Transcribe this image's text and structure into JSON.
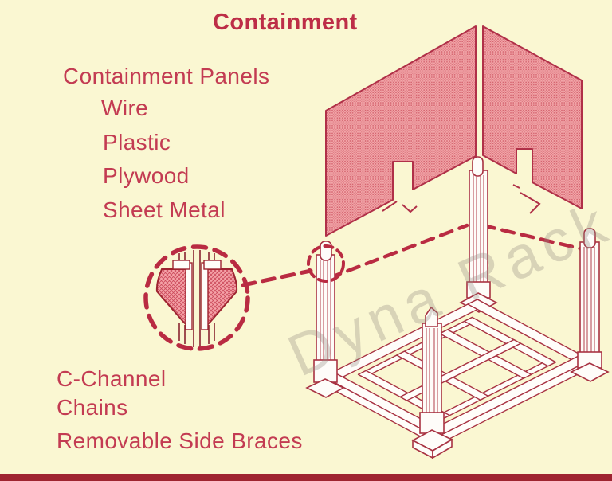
{
  "title": "Containment",
  "labels": {
    "panels_heading": "Containment Panels",
    "panel_types": [
      "Wire",
      "Plastic",
      "Plywood",
      "Sheet Metal"
    ],
    "hardware": [
      "C-Channel",
      "Chains",
      "Removable Side Braces"
    ]
  },
  "watermark": "Dyna Rack",
  "colors": {
    "background": "#FAF7D2",
    "title_red": "#BD2E47",
    "text_red": "#C33B52",
    "panel_fill": "#E78F95",
    "panel_edge": "#B03048",
    "line_art_red": "#A83242",
    "dashed_red": "#B92B42",
    "bottom_bar_maroon": "#9E2430",
    "watermark_gray": "#968E83"
  }
}
